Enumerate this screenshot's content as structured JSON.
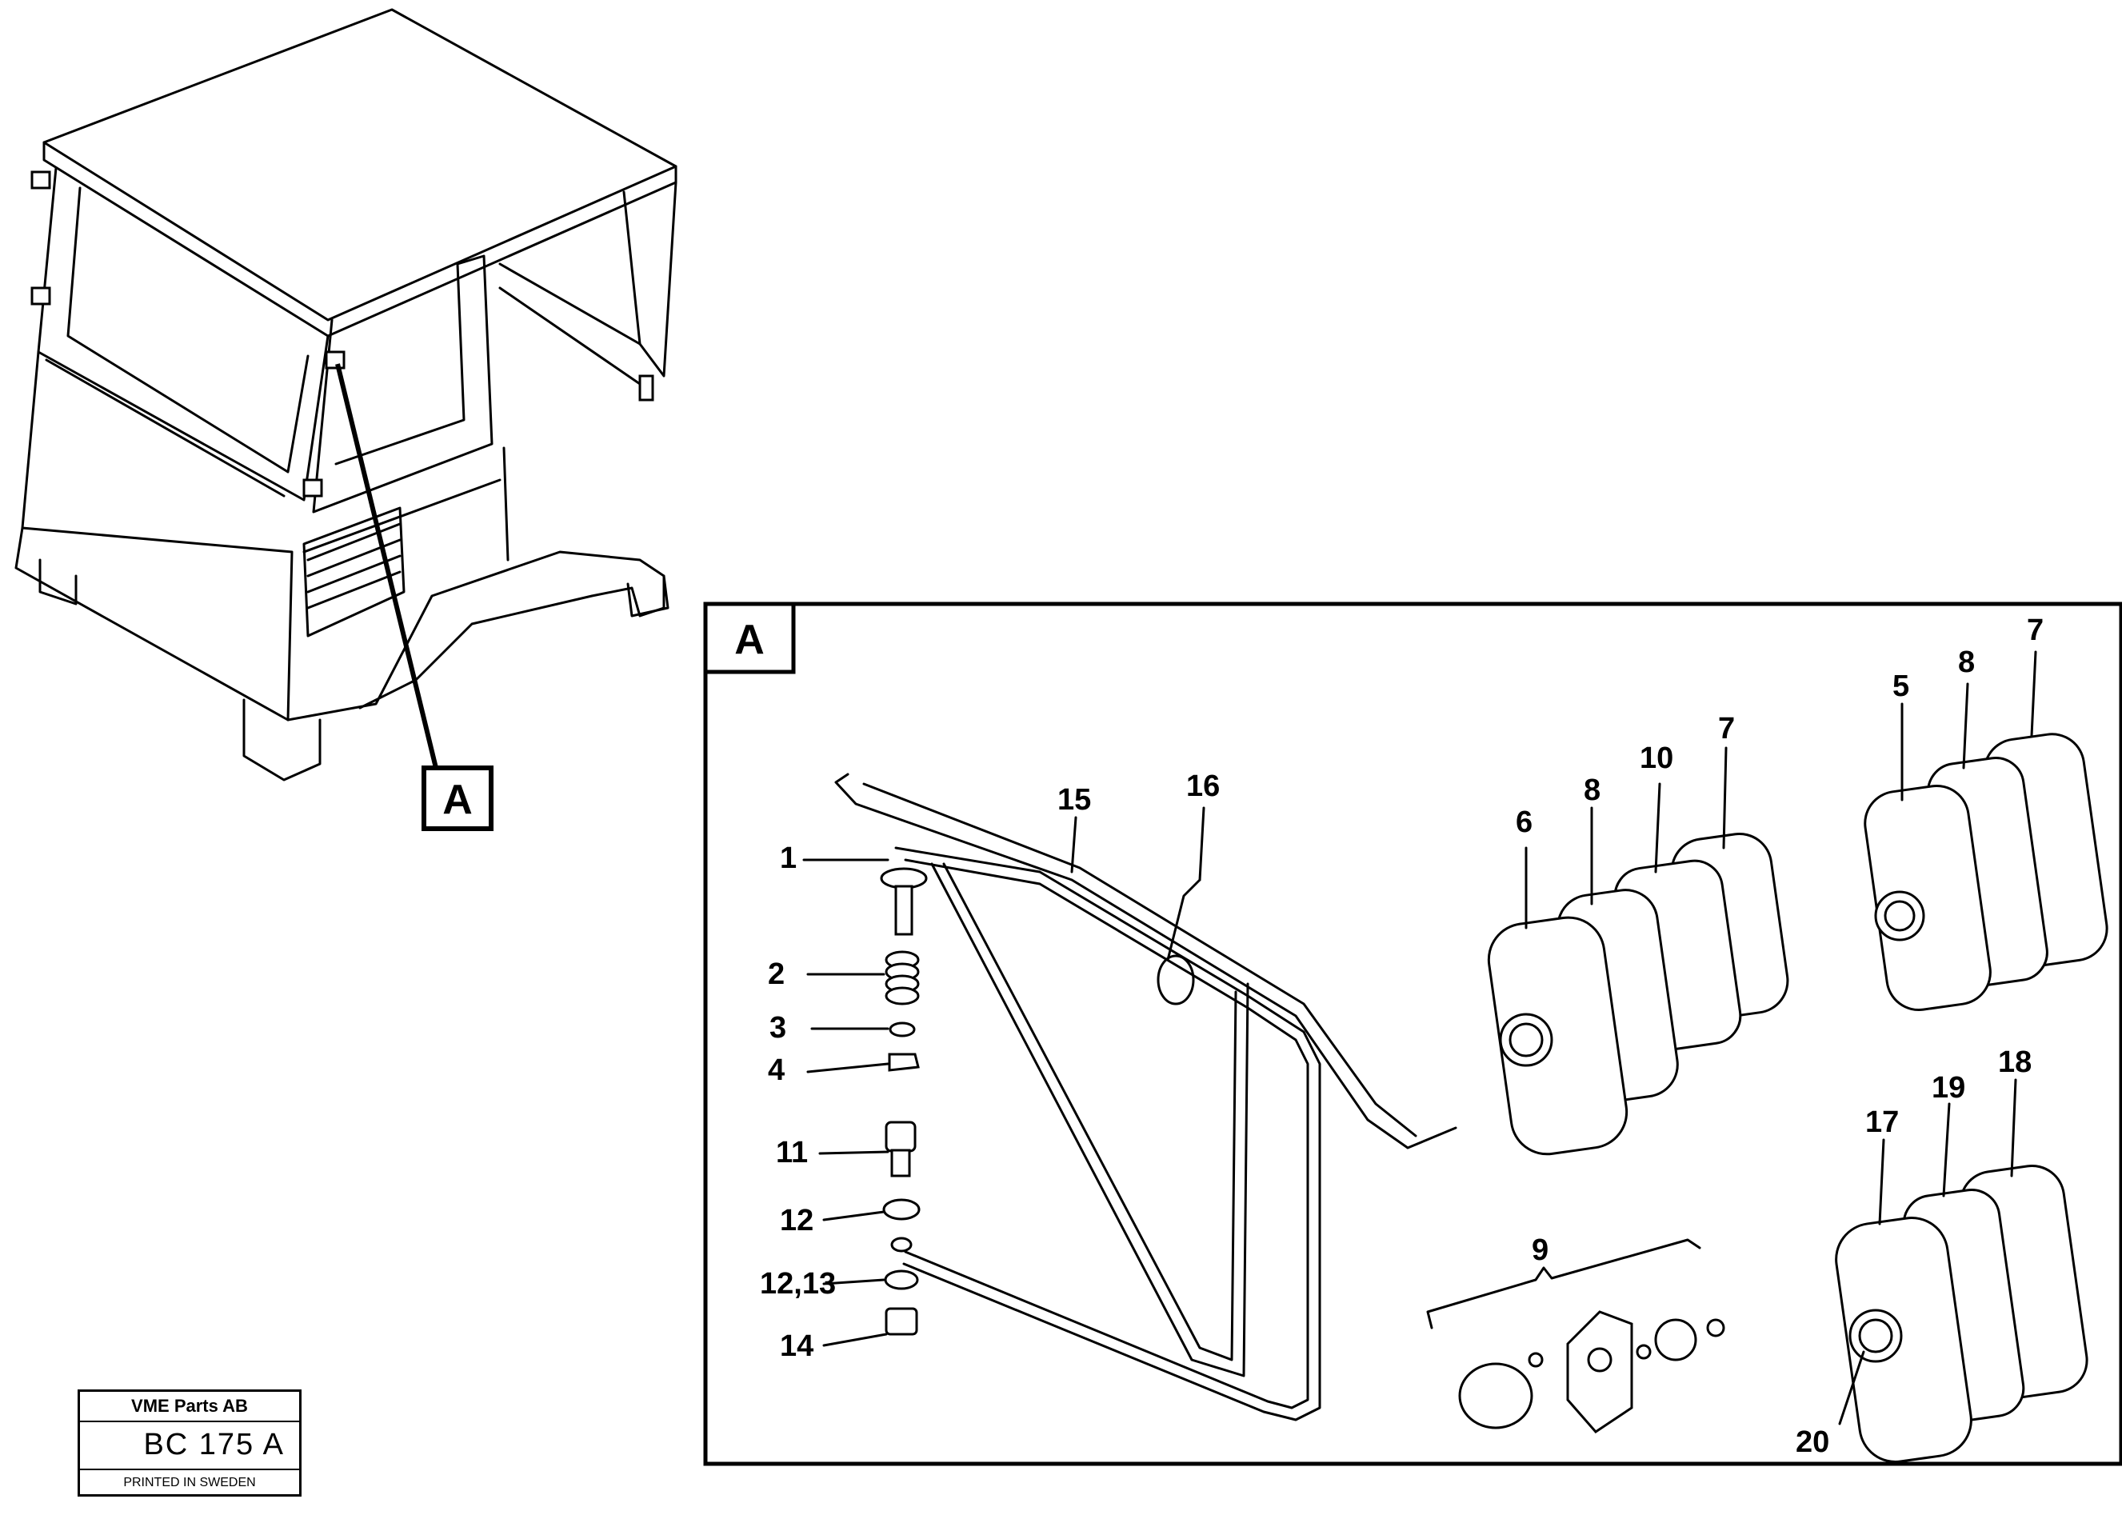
{
  "detail_label": "A",
  "overview_label": "A",
  "callouts": {
    "c1": "1",
    "c2": "2",
    "c3": "3",
    "c4": "4",
    "c11": "11",
    "c12": "12",
    "c12_13": "12,13",
    "c14": "14",
    "c15": "15",
    "c16": "16",
    "c6": "6",
    "c8a": "8",
    "c10": "10",
    "c7a": "7",
    "c5": "5",
    "c8b": "8",
    "c7b": "7",
    "c17": "17",
    "c19": "19",
    "c18": "18",
    "c20": "20",
    "c9": "9"
  },
  "title_block": {
    "company": "VME Parts AB",
    "code": "BC 175 A",
    "printed": "PRINTED IN SWEDEN"
  }
}
